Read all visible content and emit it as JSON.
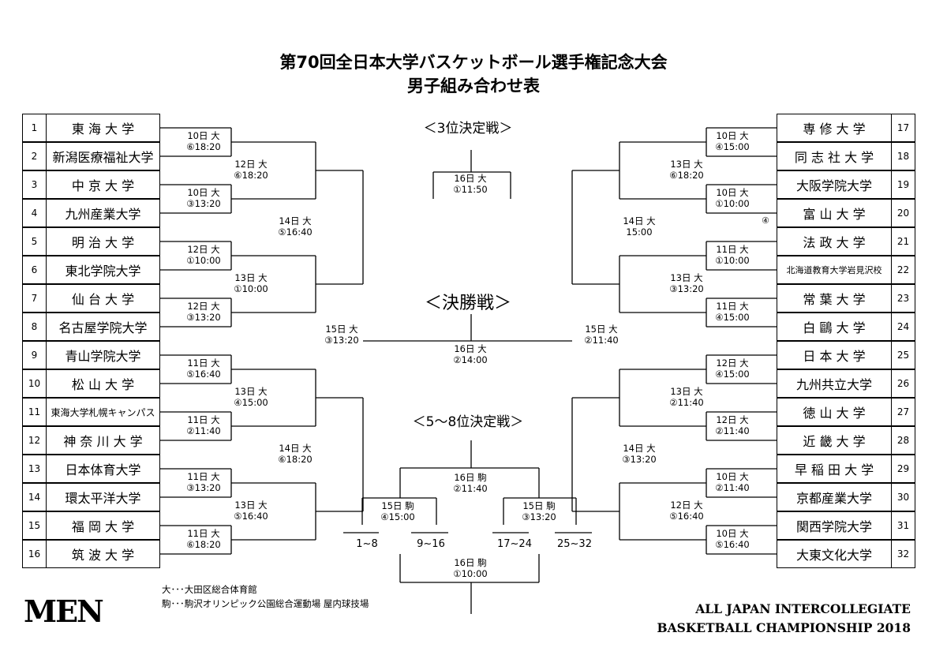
{
  "title": {
    "line1": "第70回全日本大学バスケットボール選手権記念大会",
    "line2": "男子組み合わせ表"
  },
  "left_teams": [
    {
      "num": "1",
      "name": "東 海 大 学"
    },
    {
      "num": "2",
      "name": "新潟医療福祉大学"
    },
    {
      "num": "3",
      "name": "中 京 大 学"
    },
    {
      "num": "4",
      "name": "九州産業大学"
    },
    {
      "num": "5",
      "name": "明 治 大 学"
    },
    {
      "num": "6",
      "name": "東北学院大学"
    },
    {
      "num": "7",
      "name": "仙 台 大 学"
    },
    {
      "num": "8",
      "name": "名古屋学院大学"
    },
    {
      "num": "9",
      "name": "青山学院大学"
    },
    {
      "num": "10",
      "name": "松 山 大 学"
    },
    {
      "num": "11",
      "name": "東海大学札幌キャンパス"
    },
    {
      "num": "12",
      "name": "神 奈 川 大 学"
    },
    {
      "num": "13",
      "name": "日本体育大学"
    },
    {
      "num": "14",
      "name": "環太平洋大学"
    },
    {
      "num": "15",
      "name": "福 岡 大 学"
    },
    {
      "num": "16",
      "name": "筑 波 大 学"
    }
  ],
  "right_teams": [
    {
      "num": "17",
      "name": "専 修 大 学"
    },
    {
      "num": "18",
      "name": "同 志 社 大 学"
    },
    {
      "num": "19",
      "name": "大阪学院大学"
    },
    {
      "num": "20",
      "name": "富 山 大 学"
    },
    {
      "num": "21",
      "name": "法 政 大 学"
    },
    {
      "num": "22",
      "name": "北海道教育大学岩見沢校"
    },
    {
      "num": "23",
      "name": "常 葉 大 学"
    },
    {
      "num": "24",
      "name": "白 鷗 大 学"
    },
    {
      "num": "25",
      "name": "日 本 大 学"
    },
    {
      "num": "26",
      "name": "九州共立大学"
    },
    {
      "num": "27",
      "name": "徳 山 大 学"
    },
    {
      "num": "28",
      "name": "近 畿 大 学"
    },
    {
      "num": "29",
      "name": "早 稲 田 大 学"
    },
    {
      "num": "30",
      "name": "京都産業大学"
    },
    {
      "num": "31",
      "name": "関西学院大学"
    },
    {
      "num": "32",
      "name": "大東文化大学"
    }
  ],
  "left_r1": [
    {
      "day": "10日 大",
      "time": "⑥18:20"
    },
    {
      "day": "10日 大",
      "time": "③13:20"
    },
    {
      "day": "12日 大",
      "time": "①10:00"
    },
    {
      "day": "12日 大",
      "time": "③13:20"
    },
    {
      "day": "11日 大",
      "time": "⑤16:40"
    },
    {
      "day": "11日 大",
      "time": "②11:40"
    },
    {
      "day": "11日 大",
      "time": "③13:20"
    },
    {
      "day": "11日 大",
      "time": "⑥18:20"
    }
  ],
  "left_r2": [
    {
      "day": "12日 大",
      "time": "⑥18:20"
    },
    {
      "day": "13日 大",
      "time": "①10:00"
    },
    {
      "day": "13日 大",
      "time": "④15:00"
    },
    {
      "day": "13日 大",
      "time": "⑤16:40"
    }
  ],
  "left_r3": [
    {
      "day": "14日 大",
      "time": "⑤16:40"
    },
    {
      "day": "14日 大",
      "time": "⑥18:20"
    }
  ],
  "left_r4": {
    "day": "15日 大",
    "time": "③13:20"
  },
  "right_r1": [
    {
      "day": "10日 大",
      "time": "④15:00"
    },
    {
      "day": "10日 大",
      "time": "①10:00"
    },
    {
      "day": "11日 大",
      "time": "①10:00"
    },
    {
      "day": "11日 大",
      "time": "④15:00"
    },
    {
      "day": "12日 大",
      "time": "④15:00"
    },
    {
      "day": "12日 大",
      "time": "②11:40"
    },
    {
      "day": "10日 大",
      "time": "②11:40"
    },
    {
      "day": "10日 大",
      "time": "⑤16:40"
    }
  ],
  "right_r2": [
    {
      "day": "13日 大",
      "time": "⑥18:20"
    },
    {
      "day": "13日 大",
      "time": "③13:20"
    },
    {
      "day": "13日 大",
      "time": "②11:40"
    },
    {
      "day": "12日 大",
      "time": "⑤16:40"
    }
  ],
  "right_r3": [
    {
      "day": "14日 大",
      "time": "15:00"
    },
    {
      "day": "14日 大",
      "time": "③13:20"
    }
  ],
  "right_r4": {
    "day": "15日 大",
    "time": "②11:40"
  },
  "right_extra_mark": "④",
  "third_place": {
    "title": "＜3位決定戦＞",
    "day": "16日 大",
    "time": "①11:50"
  },
  "final": {
    "title": "＜決勝戦＞",
    "day": "16日 大",
    "time": "②14:00"
  },
  "classification": {
    "title": "＜5～8位決定戦＞",
    "top": {
      "day": "16日 駒",
      "time": "②11:40"
    },
    "left": {
      "day": "15日 駒",
      "time": "④15:00"
    },
    "right": {
      "day": "15日 駒",
      "time": "③13:20"
    },
    "bottom": {
      "day": "16日 駒",
      "time": "①10:00"
    },
    "ranges": [
      "1~8",
      "9~16",
      "17~24",
      "25~32"
    ]
  },
  "legend": {
    "line1": "大･･･大田区総合体育館",
    "line2": "駒･･･駒沢オリンピック公園総合運動場 屋内球技場"
  },
  "footer": {
    "men": "MEN",
    "eng1": "ALL JAPAN INTERCOLLEGIATE",
    "eng2": "BASKETBALL CHAMPIONSHIP 2018"
  }
}
